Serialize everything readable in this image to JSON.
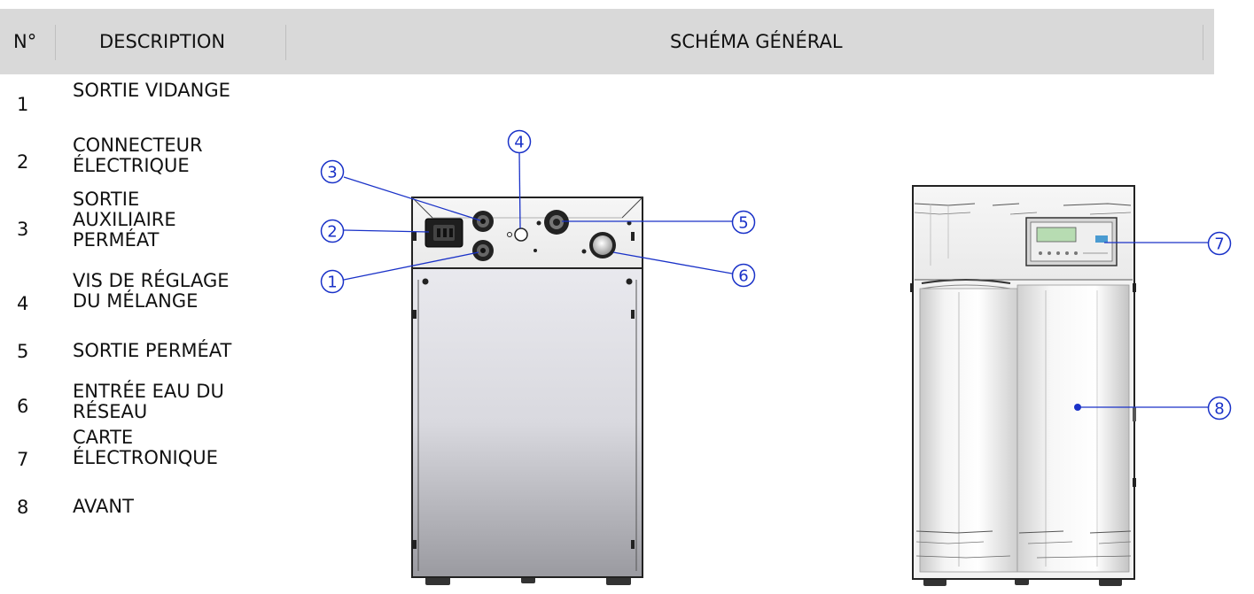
{
  "header": {
    "num_label": "N°",
    "description_label": "DESCRIPTION",
    "schema_label": "SCHÉMA GÉNÉRAL"
  },
  "items": [
    {
      "num": "1",
      "lines": [
        "SORTIE VIDANGE"
      ]
    },
    {
      "num": "2",
      "lines": [
        "CONNECTEUR",
        "ÉLECTRIQUE"
      ]
    },
    {
      "num": "3",
      "lines": [
        "SORTIE",
        "AUXILIAIRE",
        "PERMÉAT"
      ]
    },
    {
      "num": "4",
      "lines": [
        "VIS DE RÉGLAGE",
        "DU MÉLANGE"
      ]
    },
    {
      "num": "5",
      "lines": [
        "SORTIE PERMÉAT"
      ]
    },
    {
      "num": "6",
      "lines": [
        "ENTRÉE EAU DU",
        "RÉSEAU"
      ]
    },
    {
      "num": "7",
      "lines": [
        "CARTE",
        "ÉLECTRONIQUE"
      ]
    },
    {
      "num": "8",
      "lines": [
        "AVANT"
      ]
    }
  ],
  "callouts": [
    "1",
    "2",
    "3",
    "4",
    "5",
    "6",
    "7",
    "8"
  ],
  "colors": {
    "callout": "#1a32c8",
    "header_bg": "#d9d9d9"
  }
}
